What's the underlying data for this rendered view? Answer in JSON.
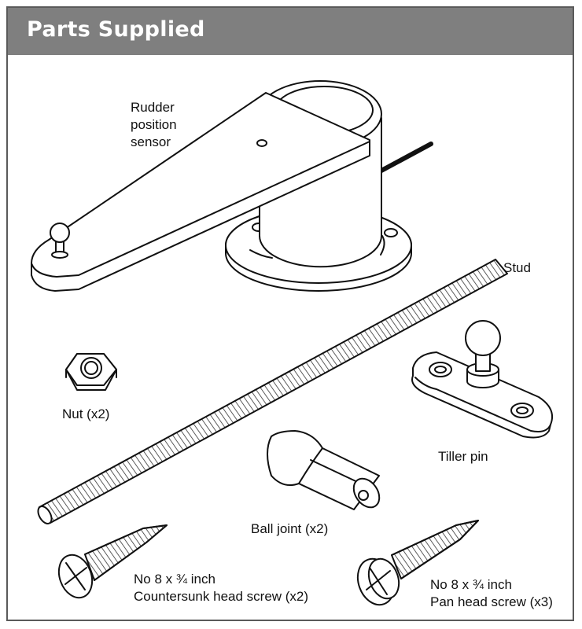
{
  "header": {
    "title": "Parts Supplied"
  },
  "parts": {
    "rudder_sensor": {
      "line1": "Rudder",
      "line2": "position",
      "line3": "sensor"
    },
    "stud": {
      "label": "Stud"
    },
    "nut": {
      "label": "Nut (x2)"
    },
    "tiller_pin": {
      "label": "Tiller pin"
    },
    "ball_joint": {
      "label": "Ball joint (x2)"
    },
    "countersunk_screw": {
      "line1": "No 8 x ¾ inch",
      "line2": "Countersunk head screw (x2)"
    },
    "pan_screw": {
      "line1": "No 8 x ¾ inch",
      "line2": "Pan head screw (x3)"
    }
  }
}
